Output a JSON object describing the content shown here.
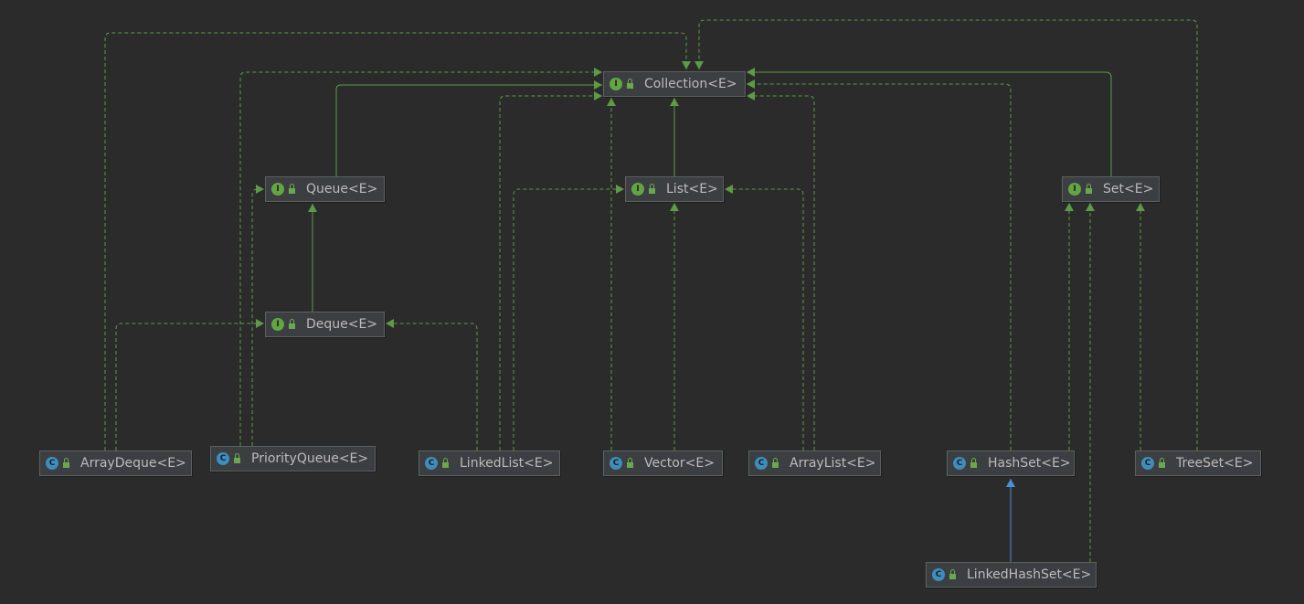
{
  "colors": {
    "background": "#2b2b2b",
    "node_fill": "#3c3f41",
    "interface_badge": "#62a542",
    "class_badge": "#3d8ebd",
    "realization_edge": "#5d9b47",
    "generalization_edge": "#5d9b47",
    "class_inheritance_edge": "#4a90d9"
  },
  "nodes": {
    "collection": {
      "label": "Collection<E>",
      "kind": "interface",
      "badge": "I"
    },
    "queue": {
      "label": "Queue<E>",
      "kind": "interface",
      "badge": "I"
    },
    "list": {
      "label": "List<E>",
      "kind": "interface",
      "badge": "I"
    },
    "set": {
      "label": "Set<E>",
      "kind": "interface",
      "badge": "I"
    },
    "deque": {
      "label": "Deque<E>",
      "kind": "interface",
      "badge": "I"
    },
    "arraydeque": {
      "label": "ArrayDeque<E>",
      "kind": "class",
      "badge": "C"
    },
    "priorityqueue": {
      "label": "PriorityQueue<E>",
      "kind": "class",
      "badge": "C"
    },
    "linkedlist": {
      "label": "LinkedList<E>",
      "kind": "class",
      "badge": "C"
    },
    "vector": {
      "label": "Vector<E>",
      "kind": "class",
      "badge": "C"
    },
    "arraylist": {
      "label": "ArrayList<E>",
      "kind": "class",
      "badge": "C"
    },
    "hashset": {
      "label": "HashSet<E>",
      "kind": "class",
      "badge": "C"
    },
    "treeset": {
      "label": "TreeSet<E>",
      "kind": "class",
      "badge": "C"
    },
    "linkedhashset": {
      "label": "LinkedHashSet<E>",
      "kind": "class",
      "badge": "C"
    }
  }
}
